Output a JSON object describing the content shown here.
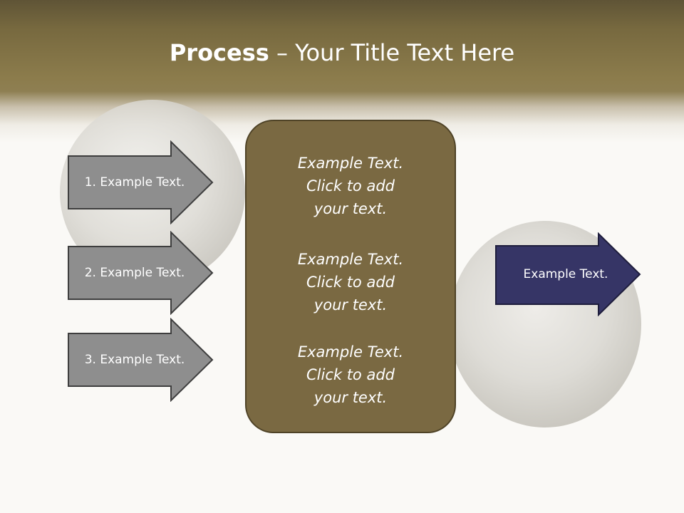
{
  "title": {
    "bold": "Process",
    "rest": " – Your Title Text Here"
  },
  "arrows": [
    {
      "label": "1. Example Text."
    },
    {
      "label": "2. Example Text."
    },
    {
      "label": "3. Example Text."
    }
  ],
  "output_arrow": {
    "label": "Example Text."
  },
  "center_blocks": [
    {
      "line1": "Example Text.",
      "line2": "Click  to add",
      "line3": "your text."
    },
    {
      "line1": "Example Text.",
      "line2": "Click  to add",
      "line3": "your text."
    },
    {
      "line1": "Example Text.",
      "line2": "Click  to add",
      "line3": "your text."
    }
  ],
  "colors": {
    "header": "#8c7c4c",
    "center_box": "#7a6942",
    "gray_arrow": "#8e8e8e",
    "output_arrow": "#363566"
  }
}
